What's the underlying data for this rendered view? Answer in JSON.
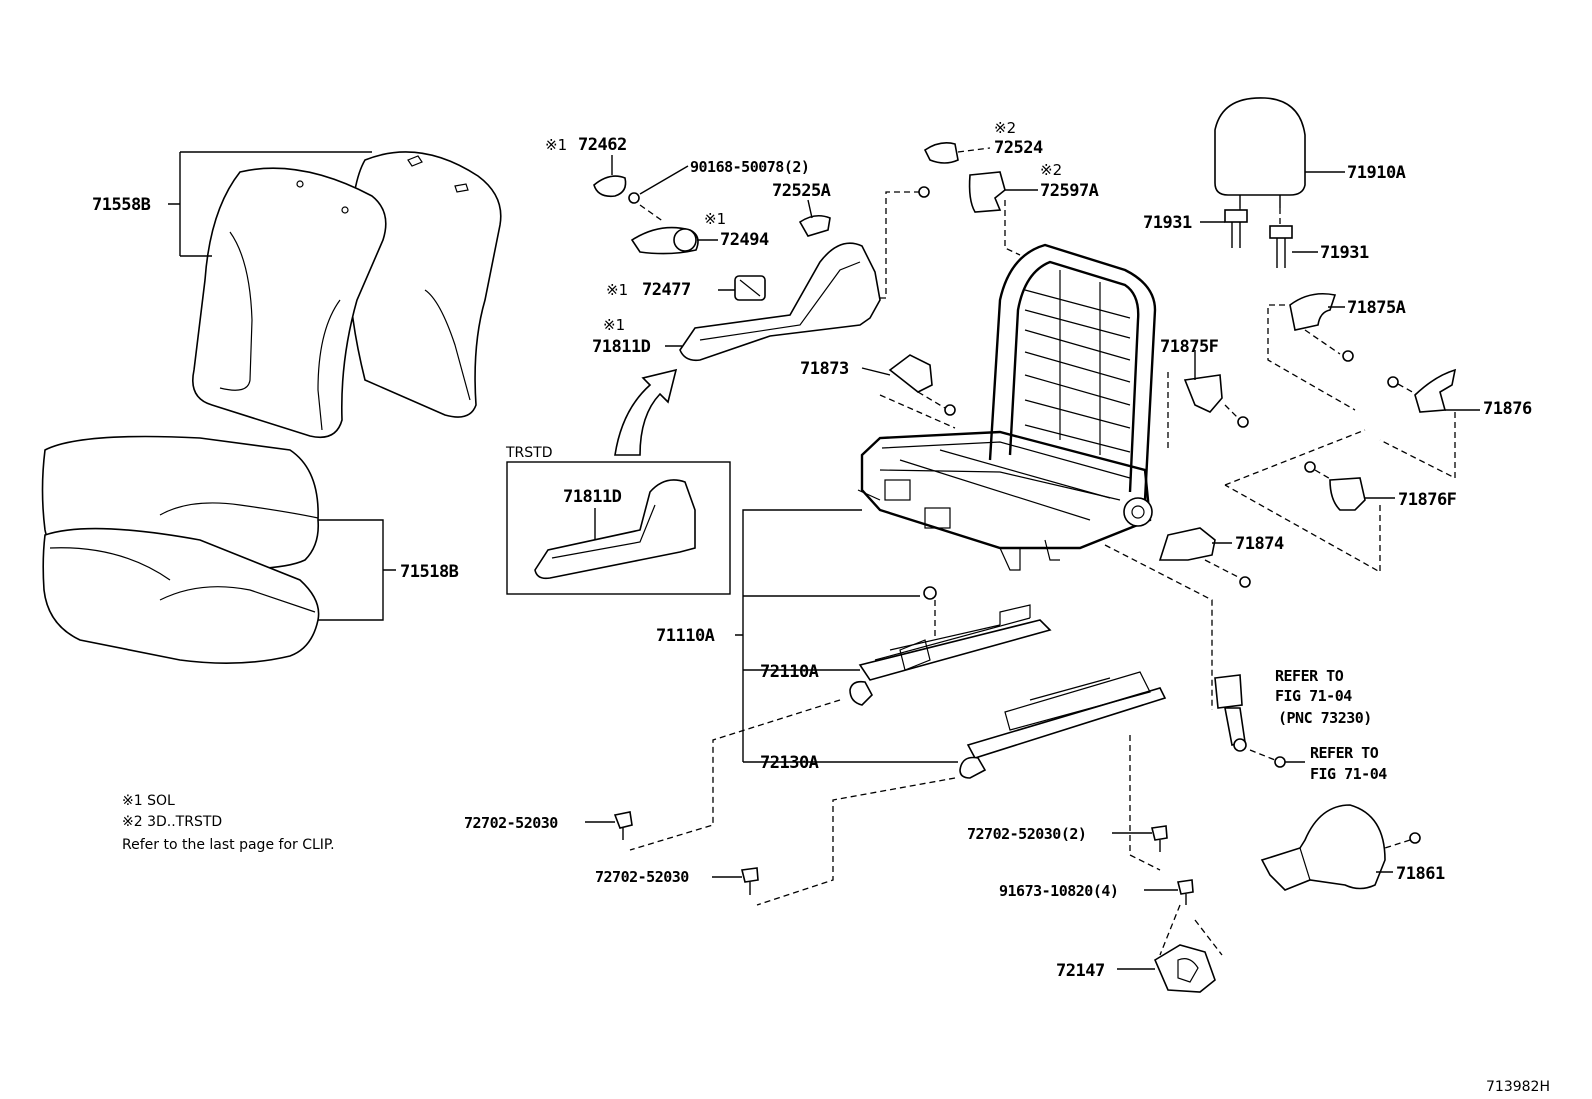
{
  "diagram_id": "713982H",
  "labels": {
    "p71558B": "71558B",
    "p71518B": "71518B",
    "p72462": "72462",
    "p90168": "90168-50078(2)",
    "p72525A": "72525A",
    "p72494": "72494",
    "p72477": "72477",
    "p71811D_top": "71811D",
    "p72524": "72524",
    "p72597A": "72597A",
    "p71910A": "71910A",
    "p71931_a": "71931",
    "p71931_b": "71931",
    "p71875A": "71875A",
    "p71875F": "71875F",
    "p71873": "71873",
    "p71876": "71876",
    "p71876F": "71876F",
    "p71874": "71874",
    "p71811D_box": "71811D",
    "p71110A": "71110A",
    "p72110A": "72110A",
    "p72130A": "72130A",
    "p72702_a": "72702-52030",
    "p72702_b": "72702-52030",
    "p72702_c": "72702-52030(2)",
    "p91673": "91673-10820(4)",
    "p72147": "72147",
    "p71861": "71861",
    "trstd_box": "TRSTD"
  },
  "marks": {
    "m1": "※1",
    "m2": "※2"
  },
  "refer": {
    "r1_line1": "REFER TO",
    "r1_line2": "FIG 71-04",
    "r1_line3": "(PNC 73230)",
    "r2_line1": "REFER TO",
    "r2_line2": "FIG 71-04"
  },
  "notes": {
    "n1": "※1 SOL",
    "n2": "※2 3D..TRSTD",
    "n3": "Refer to the last page for CLIP."
  }
}
